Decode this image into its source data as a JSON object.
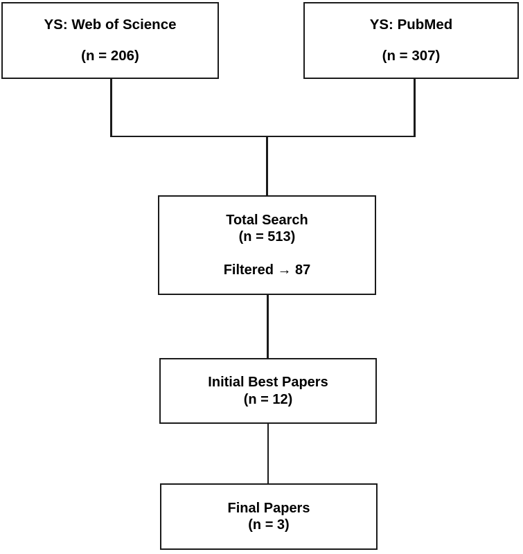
{
  "diagram": {
    "type": "flowchart",
    "orientation": "top-to-bottom",
    "description": "Literature search and paper selection flow diagram",
    "colors": {
      "border": "#1a1a1a",
      "background": "#ffffff",
      "text": "#000000"
    },
    "nodes": [
      {
        "id": "wos",
        "title": "YS: Web of Science",
        "count_label": "(n = 206)",
        "count": 206
      },
      {
        "id": "pubmed",
        "title": "YS: PubMed",
        "count_label": "(n = 307)",
        "count": 307
      },
      {
        "id": "total",
        "title": "Total Search",
        "count_label": "(n = 513)",
        "count": 513,
        "extra_label": "Filtered → 87",
        "filtered": 87
      },
      {
        "id": "initial",
        "title": "Initial Best Papers",
        "count_label": "(n = 12)",
        "count": 12
      },
      {
        "id": "final",
        "title": "Final Papers",
        "count_label": "(n = 3)",
        "count": 3
      }
    ],
    "edges": [
      {
        "from": "wos",
        "to": "total",
        "style": "elbow"
      },
      {
        "from": "pubmed",
        "to": "total",
        "style": "elbow"
      },
      {
        "from": "total",
        "to": "initial",
        "style": "straight"
      },
      {
        "from": "initial",
        "to": "final",
        "style": "straight"
      }
    ]
  }
}
